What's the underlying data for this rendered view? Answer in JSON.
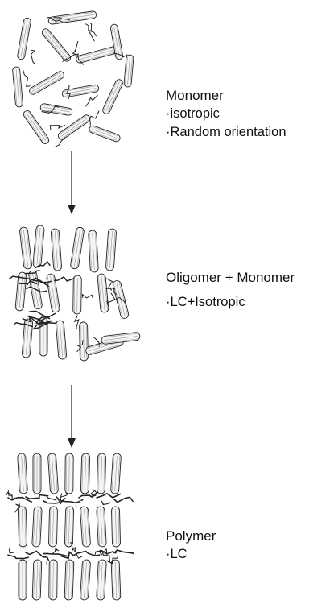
{
  "stages": [
    {
      "title": "Monomer",
      "bullets": [
        "·isotropic",
        "·Random  orientation"
      ]
    },
    {
      "title": "Oligomer + Monomer",
      "bullets": [
        "·LC+Isotropic"
      ]
    },
    {
      "title": "Polymer",
      "bullets": [
        "·LC"
      ]
    }
  ],
  "colors": {
    "ink": "#222222",
    "rod_fill": "#f4f4f4"
  }
}
